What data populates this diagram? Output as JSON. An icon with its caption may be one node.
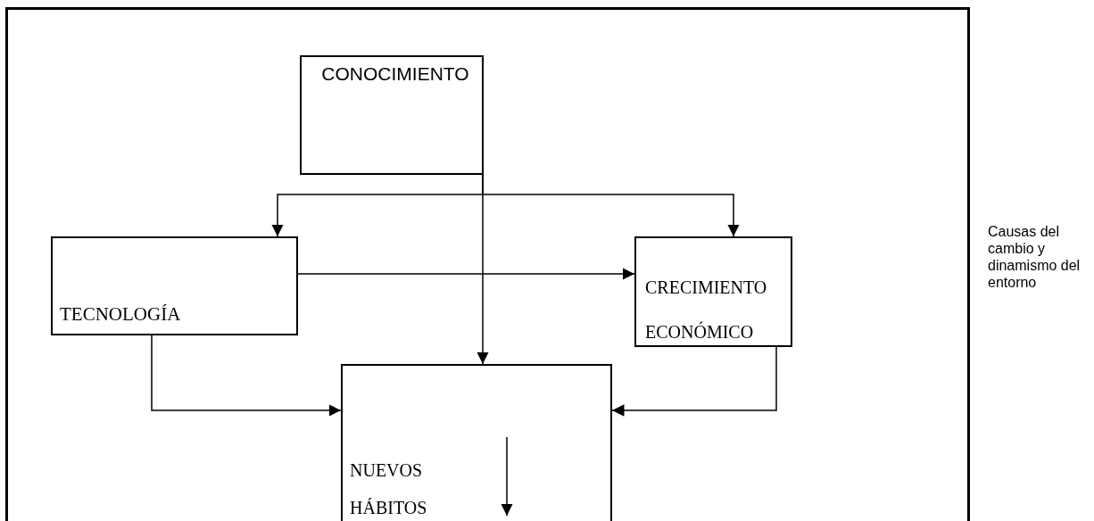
{
  "diagram": {
    "nodes": [
      {
        "text": [],
        "shape": "box",
        "beside": [
          "Causas del cambio y dinamismo del entorno"
        ]
      },
      {
        "text": [
          "CONOCIMIENTO"
        ],
        "in": 0
      },
      {
        "text": [
          "TECNOLOGÍA"
        ],
        "in": 0
      },
      {
        "text": [
          "CRECIMIENTO ECONÓMICO"
        ],
        "in": 0
      },
      {
        "text": [
          "NUEVOS HÁBITOS"
        ],
        "in": 0
      }
    ],
    "edges": [
      {
        "from": 1,
        "to": 2,
        "arrow": "to"
      },
      {
        "from": 1,
        "to": 3,
        "arrow": "to"
      },
      {
        "from": 1,
        "to": 4,
        "arrow": "to"
      },
      {
        "from": 2,
        "to": 3,
        "arrow": "to"
      },
      {
        "from": 2,
        "to": 4,
        "arrow": "to"
      },
      {
        "from": 3,
        "to": 4,
        "arrow": "to"
      }
    ]
  }
}
